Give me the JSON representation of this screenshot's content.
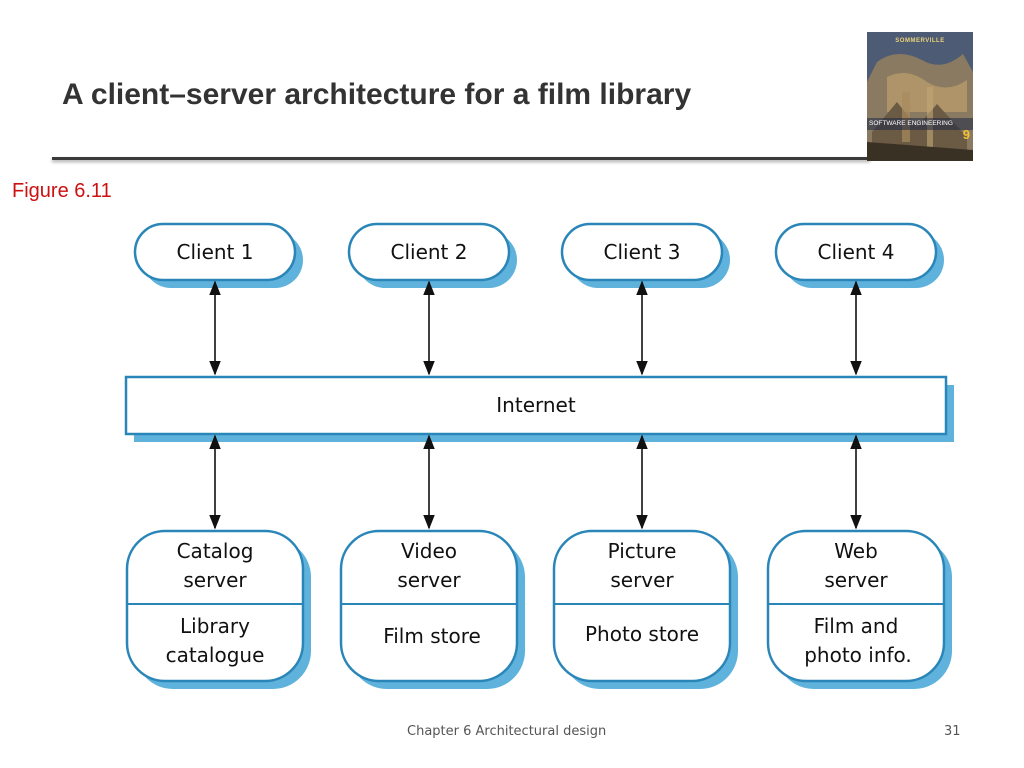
{
  "slide": {
    "title": "A client–server architecture for a film library",
    "figure_label": "Figure 6.11",
    "footer": "Chapter 6 Architectural design",
    "page_number": "31"
  },
  "book_cover": {
    "author": "SOMMERVILLE",
    "title": "SOFTWARE ENGINEERING",
    "edition": "9"
  },
  "diagram": {
    "clients": [
      "Client 1",
      "Client 2",
      "Client 3",
      "Client 4"
    ],
    "network": "Internet",
    "servers": [
      {
        "name": [
          "Catalog",
          "server"
        ],
        "store": [
          "Library",
          "catalogue"
        ]
      },
      {
        "name": [
          "Video",
          "server"
        ],
        "store": [
          "Film store"
        ]
      },
      {
        "name": [
          "Picture",
          "server"
        ],
        "store": [
          "Photo store"
        ]
      },
      {
        "name": [
          "Web",
          "server"
        ],
        "store": [
          "Film and",
          "photo info."
        ]
      }
    ],
    "colors": {
      "border": "#2a86b8",
      "shadow": "#5fb2dc",
      "arrow": "#111111"
    }
  }
}
